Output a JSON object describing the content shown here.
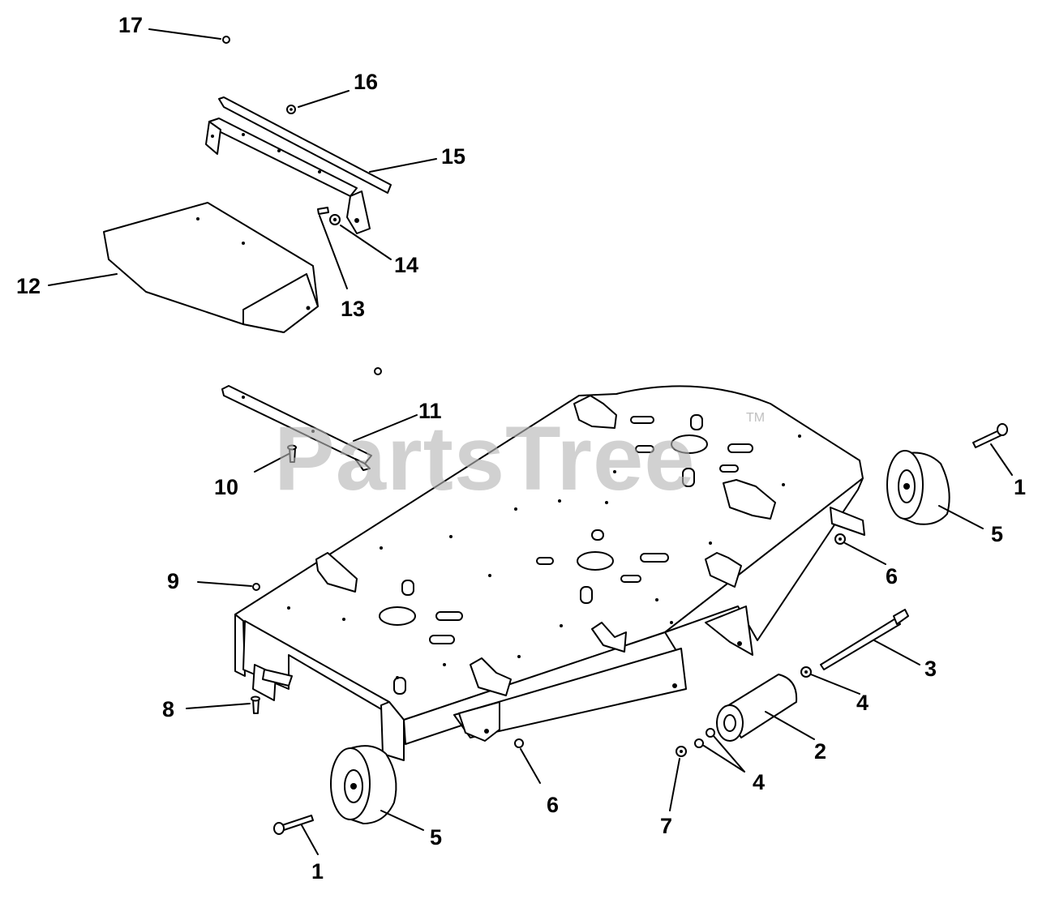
{
  "watermark": {
    "text": "PartsTree",
    "trademark": "TM",
    "color": "#b5b5b5"
  },
  "callouts": [
    {
      "id": "c17",
      "label": "17"
    },
    {
      "id": "c16",
      "label": "16"
    },
    {
      "id": "c15",
      "label": "15"
    },
    {
      "id": "c14",
      "label": "14"
    },
    {
      "id": "c13",
      "label": "13"
    },
    {
      "id": "c12",
      "label": "12"
    },
    {
      "id": "c11",
      "label": "11"
    },
    {
      "id": "c10",
      "label": "10"
    },
    {
      "id": "c9",
      "label": "9"
    },
    {
      "id": "c8",
      "label": "8"
    },
    {
      "id": "c7",
      "label": "7"
    },
    {
      "id": "c6a",
      "label": "6"
    },
    {
      "id": "c6b",
      "label": "6"
    },
    {
      "id": "c5a",
      "label": "5"
    },
    {
      "id": "c5b",
      "label": "5"
    },
    {
      "id": "c4a",
      "label": "4"
    },
    {
      "id": "c4b",
      "label": "4"
    },
    {
      "id": "c3",
      "label": "3"
    },
    {
      "id": "c2",
      "label": "2"
    },
    {
      "id": "c1a",
      "label": "1"
    },
    {
      "id": "c1b",
      "label": "1"
    }
  ]
}
